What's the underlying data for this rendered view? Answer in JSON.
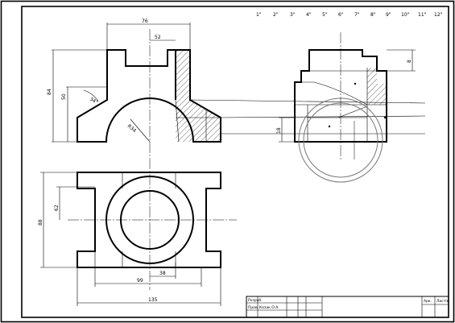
{
  "header": {
    "labels": [
      "1\"",
      "2\"",
      "3\"",
      "4\"",
      "5\"",
      "6\"",
      "7\"",
      "8\"",
      "9\"",
      "10\"",
      "11\"",
      "12\""
    ]
  },
  "dimensions": {
    "front_width": "76",
    "front_half_width": "52",
    "front_height": "84",
    "front_sub_height": "50",
    "front_angle": "34°",
    "front_radius": "R34",
    "side_height": "8",
    "side_depth": "18",
    "top_depth": "88",
    "top_inner_depth": "62",
    "top_width_inner": "99",
    "top_width_small": "38",
    "top_total_width": "135"
  },
  "title_block": {
    "row1": "Розраб.",
    "row2": "Пров.",
    "name": "Козак О.А.",
    "col_a": "Арк.",
    "col_b": "Листів"
  }
}
